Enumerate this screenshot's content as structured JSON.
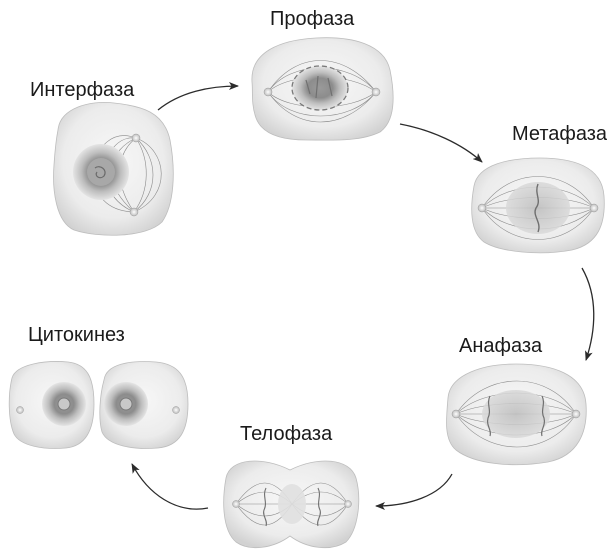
{
  "phases": {
    "interphase": "Интерфаза",
    "prophase": "Профаза",
    "metaphase": "Метафаза",
    "anaphase": "Анафаза",
    "telophase": "Телофаза",
    "cytokinesis": "Цитокинез"
  }
}
